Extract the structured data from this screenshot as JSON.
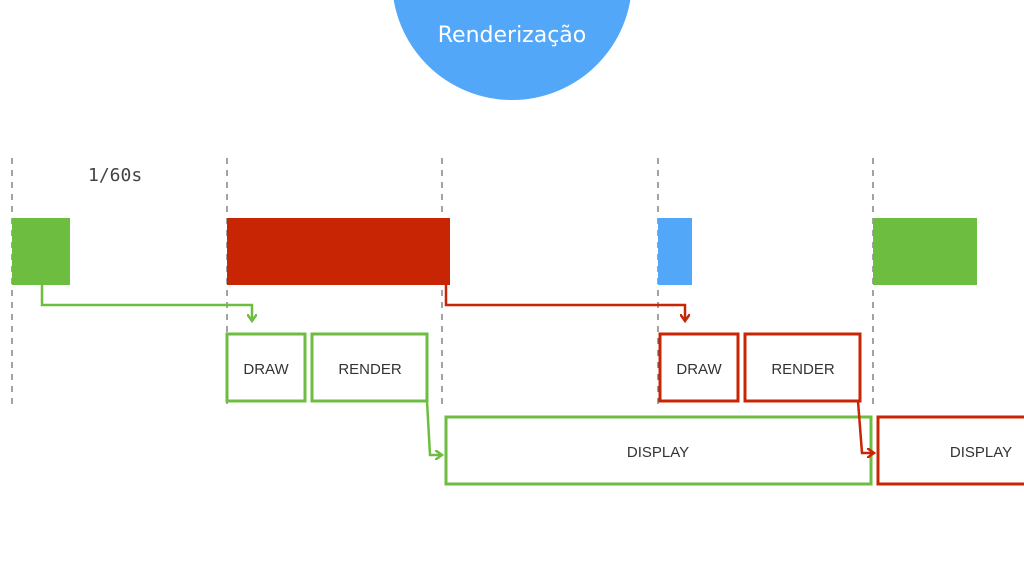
{
  "header": {
    "title": "Renderização"
  },
  "diagram": {
    "frame_interval_label": "1/60s",
    "stage_labels": {
      "draw": "DRAW",
      "render": "RENDER",
      "display": "DISPLAY"
    },
    "colors": {
      "green": "#6dbd40",
      "red": "#c82505",
      "blue": "#52a7f9",
      "divider": "#666666"
    }
  }
}
